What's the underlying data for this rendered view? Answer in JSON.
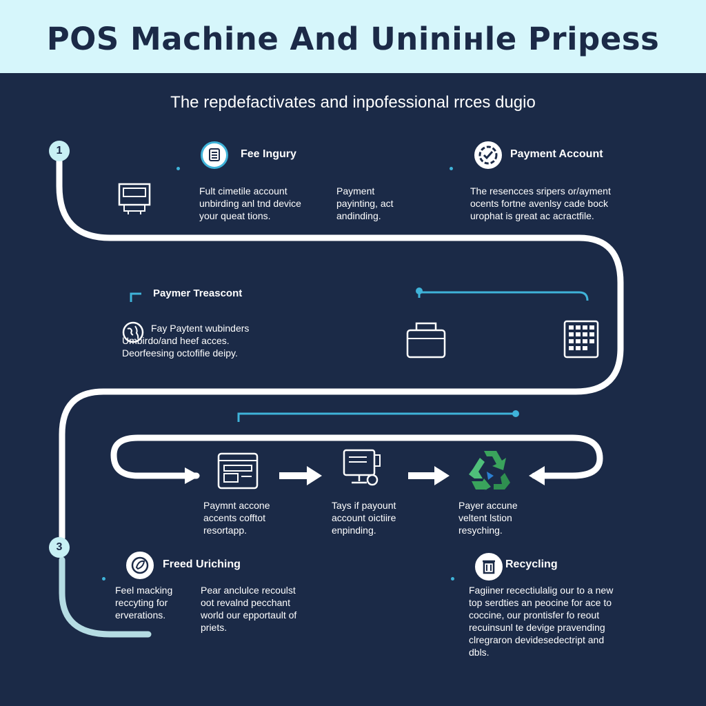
{
  "title": "POS Machine And Uninінle Pripess",
  "subtitle": "The repdefactivates and inpofessional rrces dugio",
  "badges": {
    "step1": "1",
    "step3": "3"
  },
  "row1": {
    "fee_inquiry": {
      "heading": "Fee Ingury",
      "text_left": "Fult cimetile account\nunbirding anl tnd device\nyour queat tions.",
      "text_right": "Payment\npayinting, act\nandinding."
    },
    "payment_account": {
      "heading": "Payment Account",
      "text": "The resencces sripers or/ayment\nocents fortne avenlsy cade bock\nurophat is great ac acractfile."
    }
  },
  "row2": {
    "payment_transcont": {
      "heading": "Paymer Treascont",
      "text": "Fay Paytent wubinders\nUmbirdo/and heef acces.\nDeorfeesing octofifie deipy."
    }
  },
  "row3": {
    "step_a": {
      "text": "Paymnt accone\naccents cofftot\nresortapp."
    },
    "step_b": {
      "text": "Tays if payount\naccount oictiire\nenpinding."
    },
    "step_c": {
      "text": "Payer accune\nveltent lstion\nresyching."
    }
  },
  "row4": {
    "freed_uriching": {
      "heading": "Freed Uriching",
      "text_left": "Feel macking\nreccyting for\nerverations.",
      "text_right": "Pear anclulce recoulst\noot revalnd pecchant\nworld our epportault of\npriets."
    },
    "recycling": {
      "heading": "Recycling",
      "text": "Fagiiner recectiulalig our to a new\ntop serdties an peocine for ace to\ncoccine, our prontisfer fo reout\nrecuinsunl te devige pravending\nclregraron devidesedectript and\ndbls."
    }
  },
  "colors": {
    "background": "#1b2a47",
    "header": "#d6f6fb",
    "accent": "#3fb3d9",
    "path": "#ffffff",
    "recycle_green": "#3aa35c"
  },
  "icons": [
    "pos-terminal-icon",
    "clipboard-icon",
    "check-gear-icon",
    "globe-icon",
    "folder-icon",
    "calculator-icon",
    "browser-window-icon",
    "pos-monitor-icon",
    "recycle-icon",
    "leaf-icon",
    "recycle-bin-icon"
  ]
}
